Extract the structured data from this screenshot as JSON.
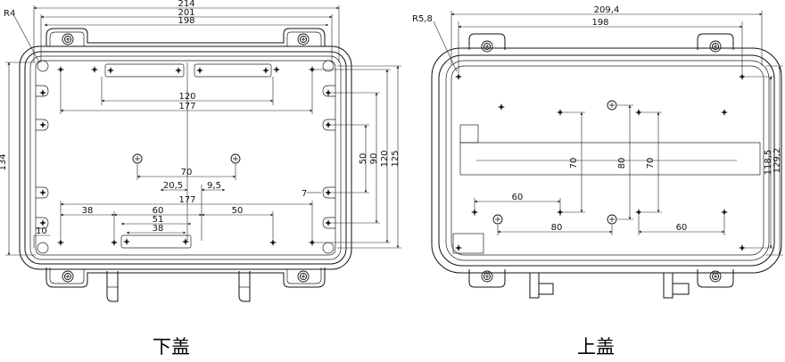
{
  "captions": {
    "bottom_cover": "下盖",
    "top_cover": "上盖"
  },
  "bottom_cover": {
    "overall_width": "214",
    "width_2": "201",
    "width_3": "198",
    "corner_radius": "R4",
    "height": "134",
    "hole_span_top": "120",
    "hole_span_wide": "177",
    "vert_50": "50",
    "vert_90": "90",
    "vert_120": "120",
    "vert_125": "125",
    "mid_70": "70",
    "left_offset": "20,5",
    "right_offset": "9,5",
    "small_7": "7",
    "lower_177": "177",
    "left_38": "38",
    "center_60": "60",
    "right_50": "50",
    "slot_51": "51",
    "slot_38": "38",
    "corner_10": "10"
  },
  "top_cover": {
    "overall_width": "209,4",
    "width_2": "198",
    "corner_radius": "R5,8",
    "vert_70_left": "70",
    "vert_80": "80",
    "vert_70_right": "70",
    "height_118": "118,5",
    "height_129": "129,2",
    "span_60_left": "60",
    "span_80": "80",
    "span_60_right": "60"
  }
}
